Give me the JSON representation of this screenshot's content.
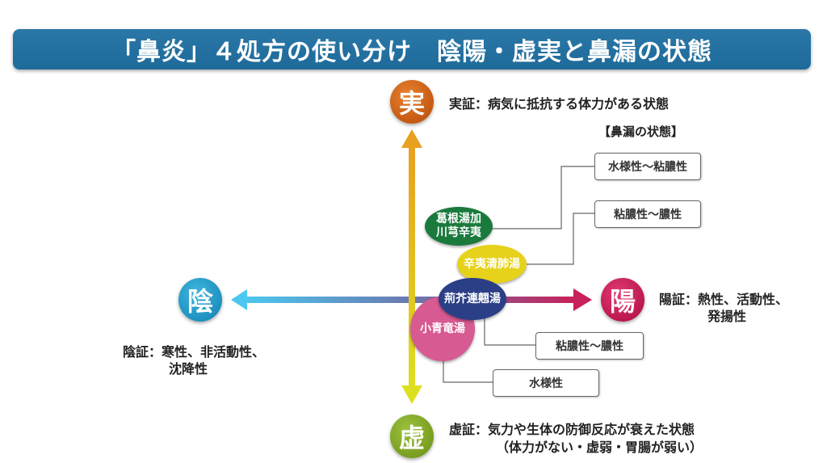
{
  "title": "「鼻炎」４処方の使い分け　陰陽・虚実と鼻漏の状態",
  "poles": {
    "jitsu": {
      "char": "実",
      "label": "実証：病気に抵抗する体力がある状態",
      "color": "#c0550a"
    },
    "kyo": {
      "char": "虚",
      "label1": "虚証：気力や生体の防御反応が衰えた状態",
      "label2": "（体力がない・虚弱・胃腸が弱い）",
      "color": "#7aa022"
    },
    "in": {
      "char": "陰",
      "label1": "陰証：寒性、非活動性、",
      "label2": "沈降性",
      "color": "#1b9ac8"
    },
    "yo": {
      "char": "陽",
      "label1": "陽証：熱性、活動性、",
      "label2": "発揚性",
      "color": "#c5114f"
    }
  },
  "legend_heading": "【鼻漏の状態】",
  "boxes": [
    "水様性〜粘膿性",
    "粘膿性〜膿性",
    "粘膿性〜膿性",
    "水様性"
  ],
  "formulas": {
    "kakkon_line1": "葛根湯加",
    "kakkon_line2": "川芎辛夷",
    "shini": "辛夷清肺湯",
    "keigai": "荊芥連翹湯",
    "shosei": "小青竜湯"
  },
  "colors": {
    "kakkon": "#1a7a3c",
    "shini": "#e6d21a",
    "keigai": "#2b3f86",
    "shosei": "#d85a92",
    "title_bg": "#1e6a9a"
  }
}
